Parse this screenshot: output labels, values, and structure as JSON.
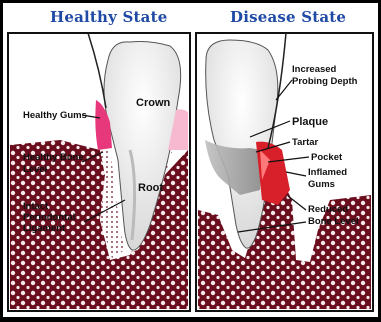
{
  "headings": {
    "healthy": "Healthy State",
    "disease": "Disease State"
  },
  "labels": {
    "healthy_gums": "Healthy Gums",
    "crown": "Crown",
    "healthy_bone_line1": "Healthy Bone",
    "healthy_bone_line2": "Level",
    "root": "Root",
    "intact_line1": "Intact",
    "intact_line2": "Periodontal",
    "intact_line3": "Ligament",
    "increased_line1": "Increased",
    "increased_line2": "Probing Depth",
    "plaque": "Plaque",
    "tartar": "Tartar",
    "pocket": "Pocket",
    "inflamed_line1": "Inflamed",
    "inflamed_line2": "Gums",
    "reduced_line1": "Reduced",
    "reduced_line2": "Bone Level"
  },
  "colors": {
    "heading": "#1f4aa5",
    "gum_healthy": "#e6387a",
    "gum_inflamed": "#d8202a",
    "bone": "#6a0e1e",
    "tooth": "#eeeeee"
  }
}
